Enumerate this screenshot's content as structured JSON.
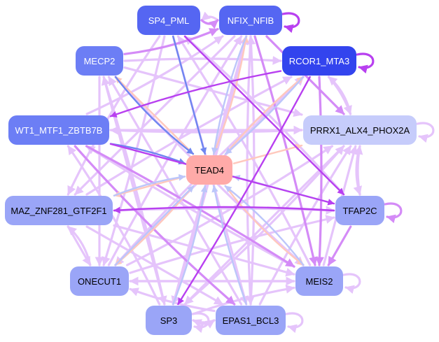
{
  "diagram": {
    "type": "directed-network",
    "colors": {
      "node_dark": "#3344ee",
      "node_strong": "#5566f2",
      "node_medium": "#6c7ef5",
      "node_soft": "#9aa5f7",
      "node_pale": "#c6ccfb",
      "node_target": "#ffaaa8",
      "edge_light": "#e5c4fb",
      "edge_medium": "#d48bf7",
      "edge_strong": "#b840f0",
      "edge_blue": "#6f86f0",
      "edge_paleblue": "#bcc6fa",
      "edge_peach": "#ffc8bd"
    },
    "nodes": [
      {
        "id": "SP4_PML",
        "label": "SP4_PML",
        "color": "node_strong",
        "text": "#ffffff"
      },
      {
        "id": "NFIX_NFIB",
        "label": "NFIX_NFIB",
        "color": "node_strong",
        "text": "#ffffff"
      },
      {
        "id": "RCOR1_MTA3",
        "label": "RCOR1_MTA3",
        "color": "node_dark",
        "text": "#ffffff"
      },
      {
        "id": "MECP2",
        "label": "MECP2",
        "color": "node_medium",
        "text": "#ffffff"
      },
      {
        "id": "WT1_MTF1_ZBTB7B",
        "label": "WT1_MTF1_ZBTB7B",
        "color": "node_medium",
        "text": "#ffffff"
      },
      {
        "id": "PRRX1_ALX4_PHOX2A",
        "label": "PRRX1_ALX4_PHOX2A",
        "color": "node_pale",
        "text": "#000000"
      },
      {
        "id": "TEAD4",
        "label": "TEAD4",
        "color": "node_target",
        "text": "#000000"
      },
      {
        "id": "MAZ_ZNF281_GTF2F1",
        "label": "MAZ_ZNF281_GTF2F1",
        "color": "node_soft",
        "text": "#000000"
      },
      {
        "id": "TFAP2C",
        "label": "TFAP2C",
        "color": "node_soft",
        "text": "#000000"
      },
      {
        "id": "ONECUT1",
        "label": "ONECUT1",
        "color": "node_soft",
        "text": "#000000"
      },
      {
        "id": "MEIS2",
        "label": "MEIS2",
        "color": "node_soft",
        "text": "#000000"
      },
      {
        "id": "SP3",
        "label": "SP3",
        "color": "node_soft",
        "text": "#000000"
      },
      {
        "id": "EPAS1_BCL3",
        "label": "EPAS1_BCL3",
        "color": "node_soft",
        "text": "#000000"
      }
    ],
    "self_loops": [
      "NFIX_NFIB",
      "RCOR1_MTA3",
      "PRRX1_ALX4_PHOX2A",
      "TFAP2C",
      "MEIS2",
      "EPAS1_BCL3",
      "SP3"
    ],
    "edges": [
      {
        "from": "SP4_PML",
        "to": "NFIX_NFIB",
        "style": "edge_medium"
      },
      {
        "from": "NFIX_NFIB",
        "to": "SP4_PML",
        "style": "edge_light"
      },
      {
        "from": "SP4_PML",
        "to": "TEAD4",
        "style": "edge_blue"
      },
      {
        "from": "NFIX_NFIB",
        "to": "TEAD4",
        "style": "edge_paleblue"
      },
      {
        "from": "MECP2",
        "to": "TEAD4",
        "style": "edge_blue"
      },
      {
        "from": "WT1_MTF1_ZBTB7B",
        "to": "TEAD4",
        "style": "edge_blue"
      },
      {
        "from": "RCOR1_MTA3",
        "to": "TEAD4",
        "style": "edge_paleblue"
      },
      {
        "from": "TFAP2C",
        "to": "TEAD4",
        "style": "edge_paleblue"
      },
      {
        "from": "SP3",
        "to": "TEAD4",
        "style": "edge_paleblue"
      },
      {
        "from": "EPAS1_BCL3",
        "to": "TEAD4",
        "style": "edge_paleblue"
      },
      {
        "from": "ONECUT1",
        "to": "TEAD4",
        "style": "edge_paleblue"
      },
      {
        "from": "MEIS2",
        "to": "TEAD4",
        "style": "edge_paleblue"
      },
      {
        "from": "MAZ_ZNF281_GTF2F1",
        "to": "TEAD4",
        "style": "edge_paleblue"
      },
      {
        "from": "TEAD4",
        "to": "PRRX1_ALX4_PHOX2A",
        "style": "edge_peach"
      },
      {
        "from": "TEAD4",
        "to": "MEIS2",
        "style": "edge_peach"
      },
      {
        "from": "TEAD4",
        "to": "ONECUT1",
        "style": "edge_peach"
      },
      {
        "from": "TEAD4",
        "to": "MECP2",
        "style": "edge_peach"
      },
      {
        "from": "TEAD4",
        "to": "NFIX_NFIB",
        "style": "edge_peach"
      },
      {
        "from": "TEAD4",
        "to": "RCOR1_MTA3",
        "style": "edge_peach"
      },
      {
        "from": "TEAD4",
        "to": "MAZ_ZNF281_GTF2F1",
        "style": "edge_peach"
      },
      {
        "from": "SP4_PML",
        "to": "TFAP2C",
        "style": "edge_strong"
      },
      {
        "from": "NFIX_NFIB",
        "to": "MEIS2",
        "style": "edge_medium"
      },
      {
        "from": "NFIX_NFIB",
        "to": "PRRX1_ALX4_PHOX2A",
        "style": "edge_medium"
      },
      {
        "from": "RCOR1_MTA3",
        "to": "WT1_MTF1_ZBTB7B",
        "style": "edge_strong"
      },
      {
        "from": "RCOR1_MTA3",
        "to": "SP3",
        "style": "edge_strong"
      },
      {
        "from": "RCOR1_MTA3",
        "to": "PRRX1_ALX4_PHOX2A",
        "style": "edge_light"
      },
      {
        "from": "MECP2",
        "to": "NFIX_NFIB",
        "style": "edge_medium"
      },
      {
        "from": "MECP2",
        "to": "PRRX1_ALX4_PHOX2A",
        "style": "edge_light"
      },
      {
        "from": "MECP2",
        "to": "MEIS2",
        "style": "edge_light"
      },
      {
        "from": "MECP2",
        "to": "SP3",
        "style": "edge_light"
      },
      {
        "from": "WT1_MTF1_ZBTB7B",
        "to": "PRRX1_ALX4_PHOX2A",
        "style": "edge_light"
      },
      {
        "from": "WT1_MTF1_ZBTB7B",
        "to": "TFAP2C",
        "style": "edge_strong"
      },
      {
        "from": "WT1_MTF1_ZBTB7B",
        "to": "MEIS2",
        "style": "edge_medium"
      },
      {
        "from": "WT1_MTF1_ZBTB7B",
        "to": "NFIX_NFIB",
        "style": "edge_light"
      },
      {
        "from": "MAZ_ZNF281_GTF2F1",
        "to": "TFAP2C",
        "style": "edge_light"
      },
      {
        "from": "MAZ_ZNF281_GTF2F1",
        "to": "ONECUT1",
        "style": "edge_light"
      },
      {
        "from": "ONECUT1",
        "to": "MAZ_ZNF281_GTF2F1",
        "style": "edge_light"
      },
      {
        "from": "MAZ_ZNF281_GTF2F1",
        "to": "RCOR1_MTA3",
        "style": "edge_light"
      },
      {
        "from": "MAZ_ZNF281_GTF2F1",
        "to": "MEIS2",
        "style": "edge_light"
      },
      {
        "from": "TFAP2C",
        "to": "MAZ_ZNF281_GTF2F1",
        "style": "edge_strong"
      },
      {
        "from": "TFAP2C",
        "to": "MEIS2",
        "style": "edge_medium"
      },
      {
        "from": "TFAP2C",
        "to": "SP4_PML",
        "style": "edge_light"
      },
      {
        "from": "TFAP2C",
        "to": "PRRX1_ALX4_PHOX2A",
        "style": "edge_light"
      },
      {
        "from": "ONECUT1",
        "to": "MEIS2",
        "style": "edge_light"
      },
      {
        "from": "ONECUT1",
        "to": "PRRX1_ALX4_PHOX2A",
        "style": "edge_light"
      },
      {
        "from": "ONECUT1",
        "to": "NFIX_NFIB",
        "style": "edge_light"
      },
      {
        "from": "ONECUT1",
        "to": "RCOR1_MTA3",
        "style": "edge_light"
      },
      {
        "from": "SP3",
        "to": "EPAS1_BCL3",
        "style": "edge_light"
      },
      {
        "from": "EPAS1_BCL3",
        "to": "SP3",
        "style": "edge_light"
      },
      {
        "from": "SP3",
        "to": "NFIX_NFIB",
        "style": "edge_light"
      },
      {
        "from": "SP3",
        "to": "PRRX1_ALX4_PHOX2A",
        "style": "edge_light"
      },
      {
        "from": "SP3",
        "to": "MEIS2",
        "style": "edge_light"
      },
      {
        "from": "SP3",
        "to": "MECP2",
        "style": "edge_light"
      },
      {
        "from": "SP3",
        "to": "WT1_MTF1_ZBTB7B",
        "style": "edge_light"
      },
      {
        "from": "EPAS1_BCL3",
        "to": "PRRX1_ALX4_PHOX2A",
        "style": "edge_light"
      },
      {
        "from": "EPAS1_BCL3",
        "to": "MECP2",
        "style": "edge_light"
      },
      {
        "from": "EPAS1_BCL3",
        "to": "NFIX_NFIB",
        "style": "edge_light"
      },
      {
        "from": "EPAS1_BCL3",
        "to": "ONECUT1",
        "style": "edge_light"
      },
      {
        "from": "MEIS2",
        "to": "PRRX1_ALX4_PHOX2A",
        "style": "edge_light"
      },
      {
        "from": "MEIS2",
        "to": "SP4_PML",
        "style": "edge_light"
      },
      {
        "from": "MEIS2",
        "to": "WT1_MTF1_ZBTB7B",
        "style": "edge_light"
      },
      {
        "from": "MEIS2",
        "to": "ONECUT1",
        "style": "edge_light"
      },
      {
        "from": "PRRX1_ALX4_PHOX2A",
        "to": "RCOR1_MTA3",
        "style": "edge_light"
      },
      {
        "from": "PRRX1_ALX4_PHOX2A",
        "to": "WT1_MTF1_ZBTB7B",
        "style": "edge_light"
      },
      {
        "from": "PRRX1_ALX4_PHOX2A",
        "to": "SP3",
        "style": "edge_light"
      },
      {
        "from": "PRRX1_ALX4_PHOX2A",
        "to": "TFAP2C",
        "style": "edge_light"
      },
      {
        "from": "SP4_PML",
        "to": "ONECUT1",
        "style": "edge_light"
      },
      {
        "from": "SP4_PML",
        "to": "EPAS1_BCL3",
        "style": "edge_light"
      },
      {
        "from": "SP4_PML",
        "to": "MAZ_ZNF281_GTF2F1",
        "style": "edge_light"
      },
      {
        "from": "NFIX_NFIB",
        "to": "SP3",
        "style": "edge_light"
      },
      {
        "from": "NFIX_NFIB",
        "to": "MAZ_ZNF281_GTF2F1",
        "style": "edge_light"
      },
      {
        "from": "NFIX_NFIB",
        "to": "EPAS1_BCL3",
        "style": "edge_light"
      },
      {
        "from": "MECP2",
        "to": "RCOR1_MTA3",
        "style": "edge_light"
      },
      {
        "from": "MECP2",
        "to": "ONECUT1",
        "style": "edge_light"
      },
      {
        "from": "WT1_MTF1_ZBTB7B",
        "to": "EPAS1_BCL3",
        "style": "edge_medium"
      },
      {
        "from": "RCOR1_MTA3",
        "to": "MEIS2",
        "style": "edge_medium"
      },
      {
        "from": "RCOR1_MTA3",
        "to": "ONECUT1",
        "style": "edge_light"
      },
      {
        "from": "ONECUT1",
        "to": "TFAP2C",
        "style": "edge_light"
      },
      {
        "from": "MAZ_ZNF281_GTF2F1",
        "to": "EPAS1_BCL3",
        "style": "edge_light"
      }
    ]
  }
}
